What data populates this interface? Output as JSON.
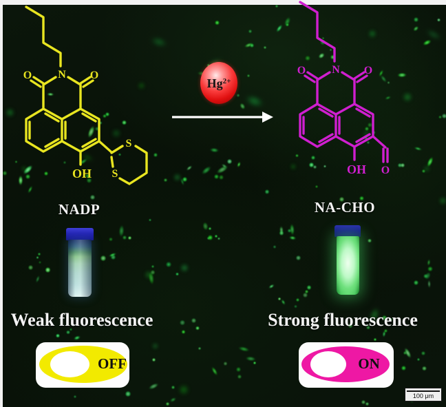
{
  "reaction": {
    "reagent_symbol": "Hg",
    "reagent_charge": "2+",
    "left_molecule": {
      "name": "NADP",
      "atoms": {
        "n": "N",
        "o_left": "O",
        "o_right": "O",
        "oh": "OH",
        "s_top": "S",
        "s_bottom": "S"
      }
    },
    "right_molecule": {
      "name": "NA-CHO",
      "atoms": {
        "n": "N",
        "o_left": "O",
        "o_right": "O",
        "oh": "OH",
        "o_cho": "O"
      }
    }
  },
  "captions": {
    "left": "Weak fluorescence",
    "right": "Strong fluorescence"
  },
  "toggles": {
    "off_label": "OFF",
    "on_label": "ON"
  },
  "scale_bar": {
    "label": "100 μm"
  },
  "colors": {
    "frame": "#f2f2f2",
    "nadp": "#e8e520",
    "nacho": "#cf1fcf",
    "sphere": "#e01010",
    "arrow": "#ffffff",
    "off": "#f2ea00",
    "on": "#ee18a4",
    "cell": "#35d04a"
  }
}
